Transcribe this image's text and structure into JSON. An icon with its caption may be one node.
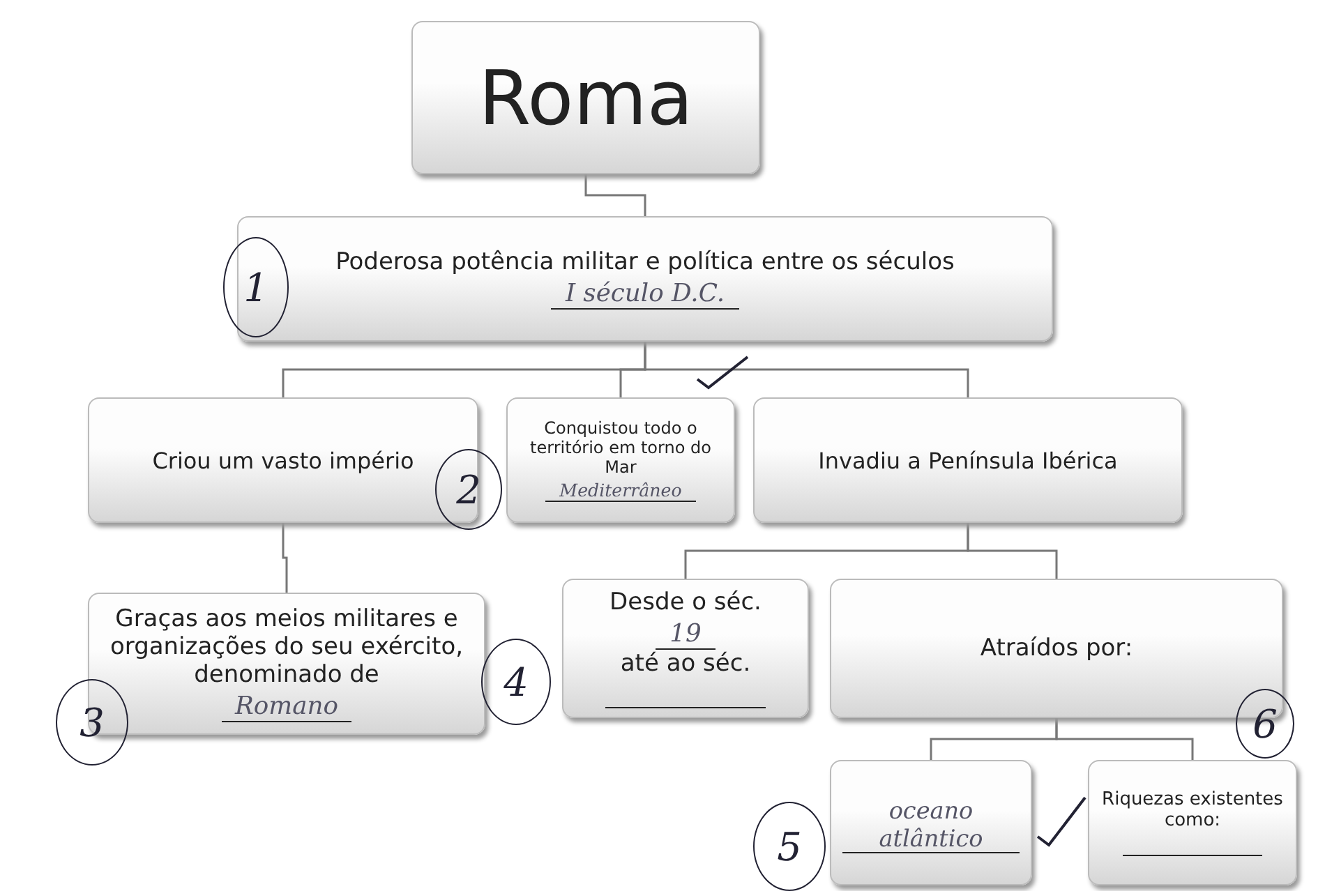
{
  "diagram": {
    "nodes": [
      {
        "text": [
          "Roma"
        ]
      },
      {
        "text": [
          "Poderosa potência militar e política entre os séculos",
          "I século D.C."
        ]
      },
      {
        "text": [
          "Criou um vasto império"
        ]
      },
      {
        "text": [
          "Conquistou todo o território em torno do Mar",
          "Mediterrâneo"
        ]
      },
      {
        "text": [
          "Invadiu a Península Ibérica"
        ]
      },
      {
        "text": [
          "Graças aos meios militares e organizações do seu exército, denominado de",
          "Romano"
        ]
      },
      {
        "text": [
          "Desde o séc.",
          "19",
          "até ao séc."
        ]
      },
      {
        "text": [
          "Atraídos por:"
        ]
      },
      {
        "text": [
          "oceano atlântico"
        ]
      },
      {
        "text": [
          "Riquezas existentes como:"
        ]
      }
    ],
    "edges": [
      {
        "from": 0,
        "to": 1,
        "arrow": "none"
      },
      {
        "from": 1,
        "to": 2,
        "arrow": "none"
      },
      {
        "from": 1,
        "to": 3,
        "arrow": "none"
      },
      {
        "from": 1,
        "to": 4,
        "arrow": "none"
      },
      {
        "from": 2,
        "to": 5,
        "arrow": "none"
      },
      {
        "from": 4,
        "to": 6,
        "arrow": "none"
      },
      {
        "from": 4,
        "to": 7,
        "arrow": "none"
      },
      {
        "from": 7,
        "to": 8,
        "arrow": "none"
      },
      {
        "from": 7,
        "to": 9,
        "arrow": "none"
      }
    ],
    "labels": [
      "1",
      "2",
      "3",
      "4",
      "5",
      "6"
    ]
  }
}
